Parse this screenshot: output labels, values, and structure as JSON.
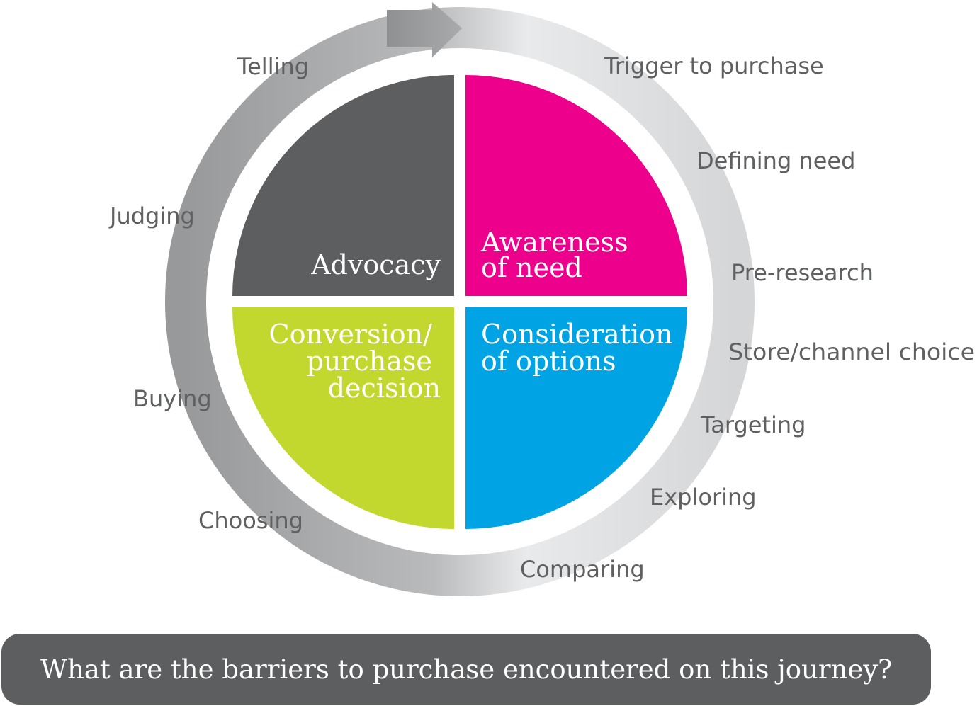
{
  "quadrants": [
    {
      "id": "advocacy",
      "lines": [
        "Advocacy"
      ],
      "color": "#5d5e60"
    },
    {
      "id": "awareness",
      "lines": [
        "Awareness",
        "of need"
      ],
      "color": "#ec008c"
    },
    {
      "id": "conversion",
      "lines": [
        "Conversion/",
        "purchase",
        "decision"
      ],
      "color": "#c2d82e"
    },
    {
      "id": "consideration",
      "lines": [
        "Consideration",
        "of options"
      ],
      "color": "#00a3e4"
    }
  ],
  "stages": {
    "telling": "Telling",
    "trigger": "Trigger to purchase",
    "defining": "Defining need",
    "judging": "Judging",
    "preresearch": "Pre-research",
    "store": "Store/channel choice",
    "buying": "Buying",
    "targeting": "Targeting",
    "exploring": "Exploring",
    "choosing": "Choosing",
    "comparing": "Comparing"
  },
  "question": "What are the barriers to purchase encountered on this journey?",
  "colors": {
    "ring_dark": "#98999b",
    "ring_light": "#e9eaeb",
    "text_gray": "#5f6062",
    "bar": "#5d5e60"
  }
}
